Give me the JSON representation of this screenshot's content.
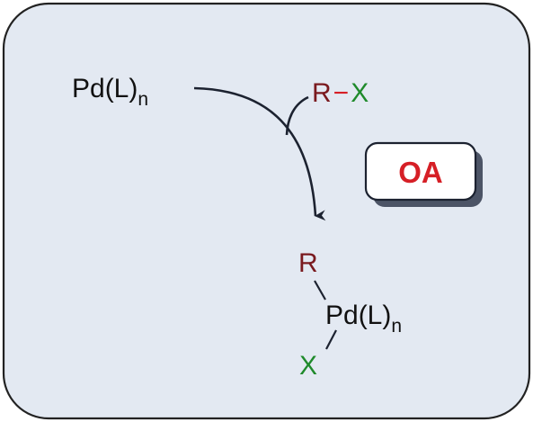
{
  "diagram": {
    "colors": {
      "panel_fill": "#e3e9f2",
      "panel_border": "#222222",
      "arrow": "#1c2230",
      "text": "#111111",
      "r_group": "#7a1a1f",
      "x_group": "#1f8a2b",
      "badge_text": "#d61f26",
      "badge_fill": "#ffffff",
      "badge_shadow": "#4c5466"
    },
    "start_complex": {
      "base": "Pd(L)",
      "subscript": "n"
    },
    "reagent": {
      "r": "R",
      "bond": "−",
      "x": "X"
    },
    "badge": {
      "label": "OA"
    },
    "product": {
      "r": "R",
      "metal_base": "Pd(L)",
      "subscript": "n",
      "x": "X"
    }
  }
}
